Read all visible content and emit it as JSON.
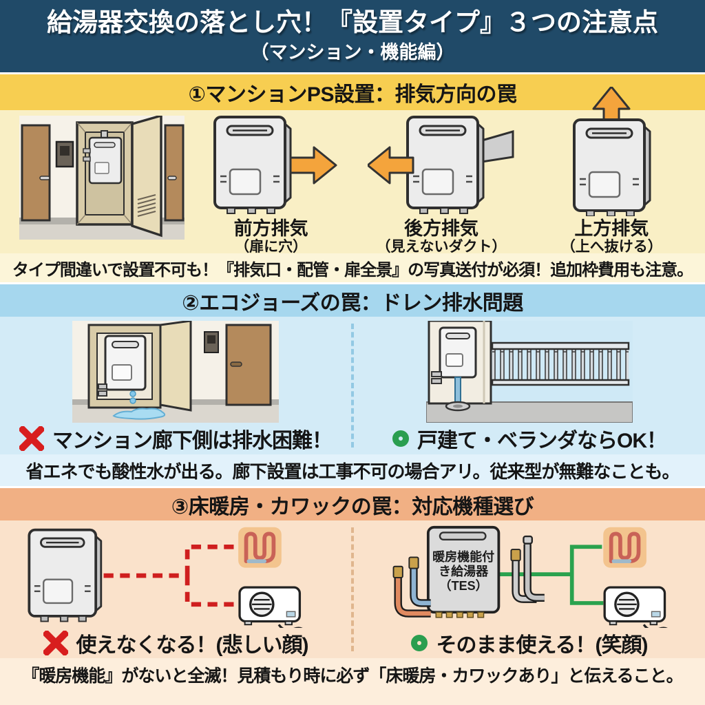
{
  "header": {
    "title": "給湯器交換の落とし穴！『設置タイプ』３つの注意点",
    "subtitle": "（マンション・機能編）"
  },
  "sections": [
    {
      "heading": "①マンションPS設置：排気方向の罠",
      "exhaust_types": [
        {
          "label": "前方排気",
          "sublabel": "（扉に穴）",
          "direction": "right"
        },
        {
          "label": "後方排気",
          "sublabel": "（見えないダクト）",
          "direction": "left"
        },
        {
          "label": "上方排気",
          "sublabel": "（上へ抜ける）",
          "direction": "up"
        }
      ],
      "caption": "タイプ間違いで設置不可も！『排気口・配管・扉全景』の写真送付が必須！追加枠費用も注意。"
    },
    {
      "heading": "②エコジョーズの罠：ドレン排水問題",
      "bad": {
        "mark": "✕",
        "text": "マンション廊下側は排水困難！"
      },
      "good": {
        "mark": "〇",
        "text": "戸建て・ベランダならOK！"
      },
      "caption": "省エネでも酸性水が出る。廊下設置は工事不可の場合アリ。従来型が無難なことも。"
    },
    {
      "heading": "③床暖房・カワックの罠：対応機種選び",
      "tes_lines": [
        "暖房機能付",
        "き給湯器",
        "（TES）"
      ],
      "bad": {
        "mark": "✕",
        "text": "使えなくなる！(悲しい顔)"
      },
      "good": {
        "mark": "〇",
        "text": "そのまま使える！(笑顔)"
      },
      "caption": "『暖房機能』がないと全滅！見積もり時に必ず「床暖房・カワックあり」と伝えること。"
    }
  ],
  "colors": {
    "navy": "#204a68",
    "ink": "#151515",
    "band1": "#f7ce51",
    "body1": "#f9efc5",
    "cap1": "#fcf5d9",
    "band2": "#a6d7ee",
    "body2": "#d3ebf7",
    "cap2": "#e2f2fb",
    "band3": "#f1b084",
    "body3": "#fae2cb",
    "cap3": "#fdeedc",
    "red": "#d81e1e",
    "green": "#2a9e4f",
    "arrow": "#f4a43c"
  }
}
